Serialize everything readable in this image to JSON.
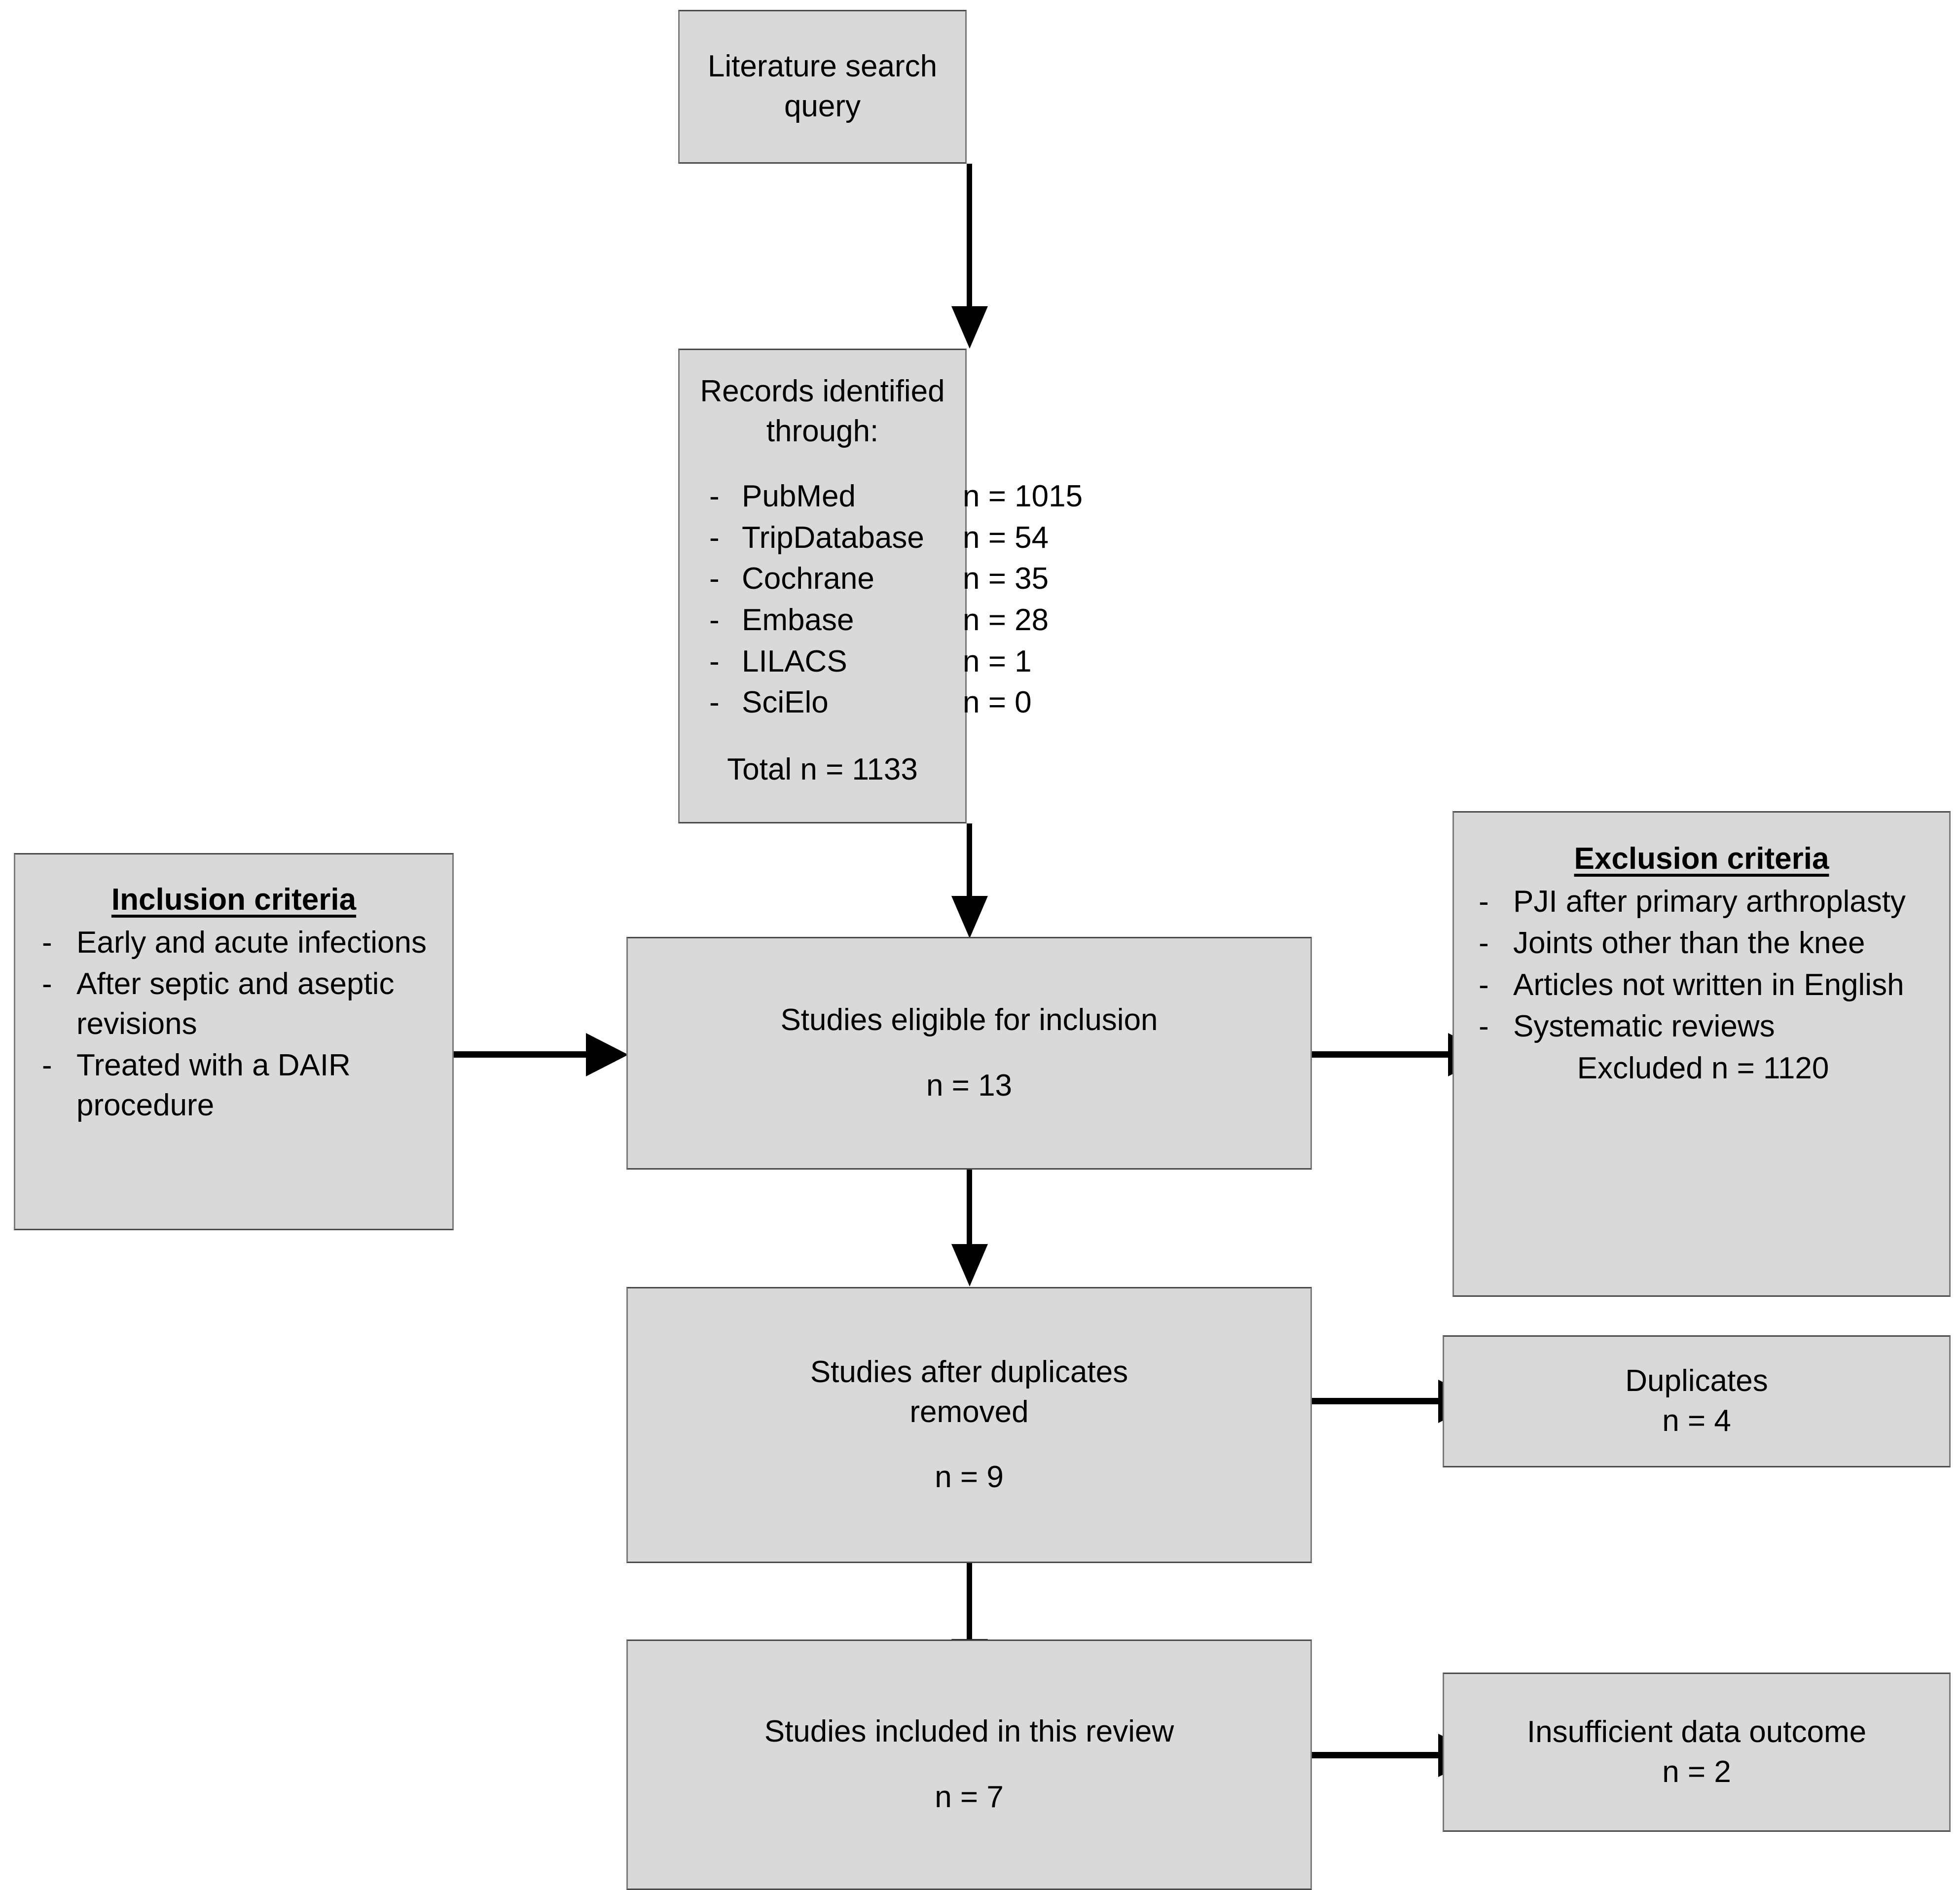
{
  "diagram": {
    "title": "PRISMA study selection flow diagram",
    "colors": {
      "box_fill": "#d9d9d9",
      "box_border": "#7a7a7a",
      "arrow": "#000000",
      "background": "#ffffff",
      "text": "#000000"
    }
  },
  "nodes": {
    "literature_search": {
      "line1": "Literature search",
      "line2": "query"
    },
    "records_identified": {
      "heading": "Records identified through:",
      "sources": [
        {
          "dash": "-",
          "name": "PubMed",
          "count": "n = 1015"
        },
        {
          "dash": "-",
          "name": "TripDatabase",
          "count": "n = 54"
        },
        {
          "dash": "-",
          "name": "Cochrane",
          "count": "n = 35"
        },
        {
          "dash": "-",
          "name": "Embase",
          "count": "n = 28"
        },
        {
          "dash": "-",
          "name": "LILACS",
          "count": "n = 1"
        },
        {
          "dash": "-",
          "name": "SciElo",
          "count": "n = 0"
        }
      ],
      "total": "Total n = 1133"
    },
    "inclusion_criteria": {
      "title": "Inclusion criteria",
      "items": [
        {
          "dash": "-",
          "text": "Early and acute infections"
        },
        {
          "dash": "-",
          "text": "After septic and aseptic revisions"
        },
        {
          "dash": "-",
          "text": "Treated with a DAIR procedure"
        }
      ]
    },
    "studies_eligible": {
      "label": "Studies eligible for inclusion",
      "count": "n = 13"
    },
    "exclusion_criteria": {
      "title": "Exclusion criteria",
      "items": [
        {
          "dash": "-",
          "text": "PJI after primary arthroplasty"
        },
        {
          "dash": "-",
          "text": "Joints other than the knee"
        },
        {
          "dash": "-",
          "text": "Articles not written in English"
        },
        {
          "dash": "-",
          "text": "Systematic reviews"
        }
      ],
      "excluded": "Excluded n = 1120"
    },
    "studies_after_duplicates": {
      "line1": "Studies after duplicates",
      "line2": "removed",
      "count": "n = 9"
    },
    "duplicates": {
      "label": "Duplicates",
      "count": "n = 4"
    },
    "studies_included": {
      "label": "Studies included in this review",
      "count": "n = 7"
    },
    "insufficient_data": {
      "label": "Insufficient data outcome",
      "count": "n = 2"
    }
  },
  "connectors": [
    {
      "name": "search-to-records",
      "direction": "down"
    },
    {
      "name": "records-to-eligible",
      "direction": "down"
    },
    {
      "name": "inclusion-to-eligible",
      "direction": "right"
    },
    {
      "name": "eligible-to-exclusion",
      "direction": "right"
    },
    {
      "name": "eligible-to-duplicates-removed",
      "direction": "down"
    },
    {
      "name": "duplicates-removed-to-duplicates",
      "direction": "right"
    },
    {
      "name": "duplicates-removed-to-included",
      "direction": "down"
    },
    {
      "name": "included-to-insufficient",
      "direction": "right"
    }
  ]
}
